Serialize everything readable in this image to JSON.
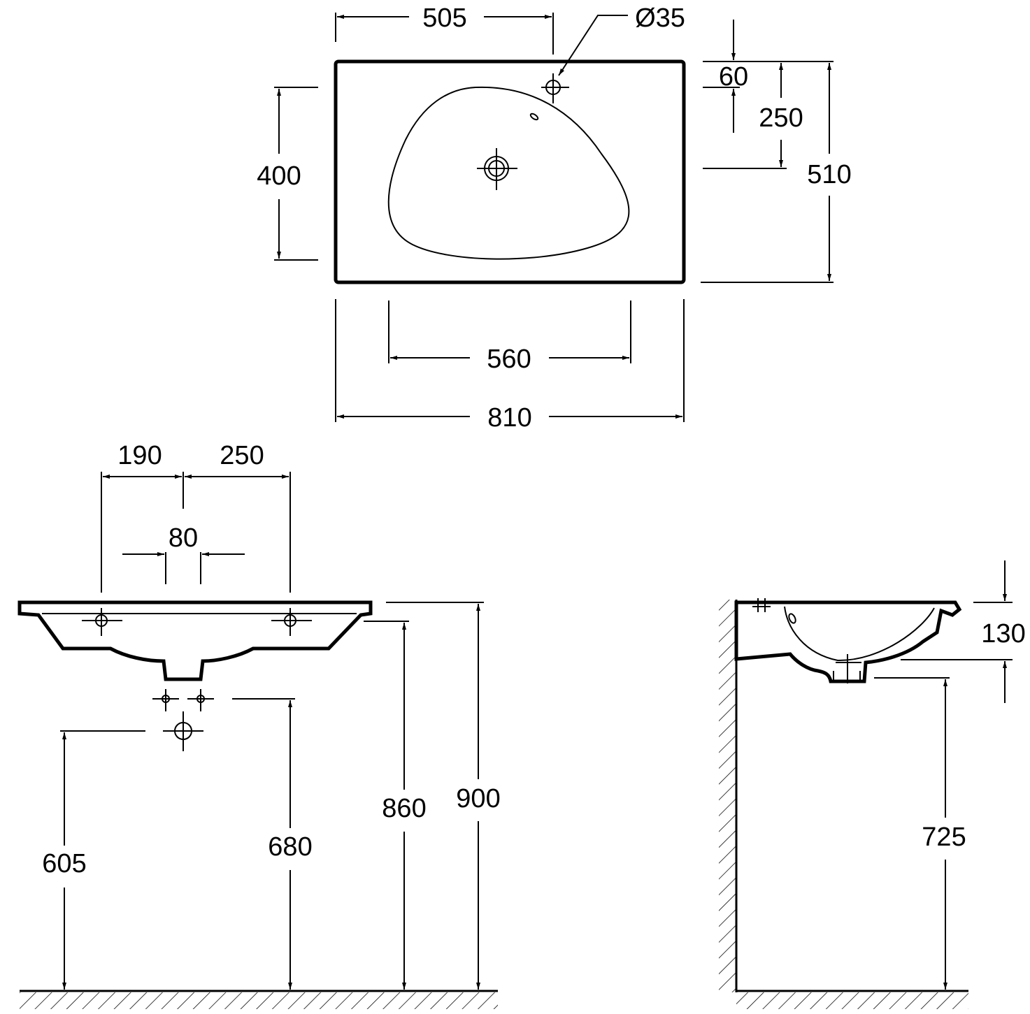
{
  "top_view": {
    "dims": {
      "tap_offset": "505",
      "tap_hole_dia": "Ø35",
      "tap_from_back": "60",
      "drain_from_back": "250",
      "depth": "510",
      "bowl_depth": "400",
      "bowl_width": "560",
      "width": "810"
    }
  },
  "front_view": {
    "dims": {
      "left_fix": "190",
      "right_fix": "250",
      "center_gap": "80",
      "fix_height_lower": "605",
      "fix_height_upper": "680",
      "bracket_height": "860",
      "rim_height": "900"
    }
  },
  "side_view": {
    "dims": {
      "bowl_height": "130",
      "trap_height": "725"
    }
  }
}
